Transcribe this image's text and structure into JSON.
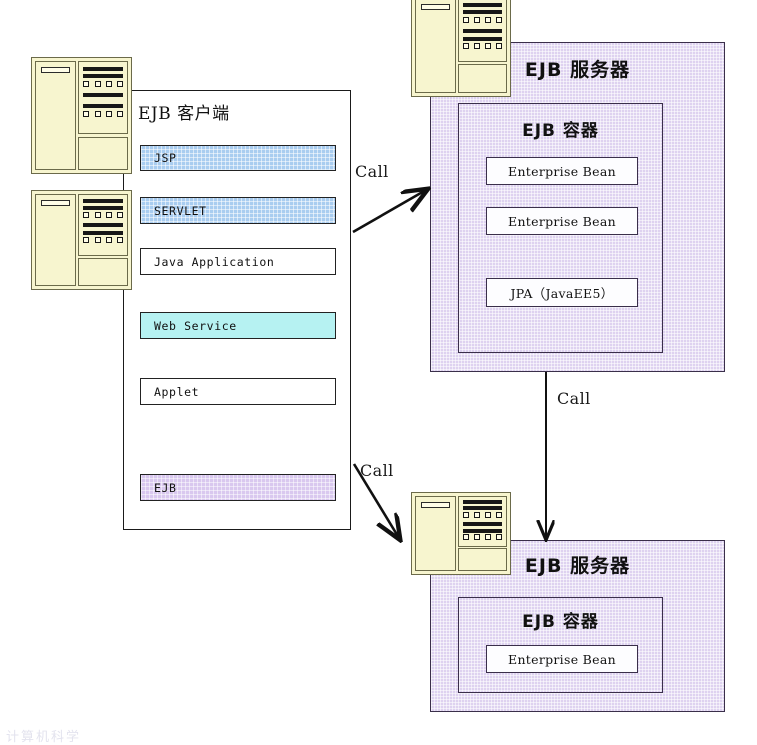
{
  "diagram": {
    "title": "EJB architecture diagram",
    "colors": {
      "server_fill": "#ded2f0",
      "client_fill": "#ffffff",
      "jsp_fill": "#a9cdf0",
      "servlet_fill": "#a9cdf0",
      "webservice_fill": "#b6f2f2",
      "ejb_fill": "#d9c8ef",
      "tower_fill": "#f7f5cf",
      "line": "#1a1a1a"
    }
  },
  "client": {
    "title": "EJB 客户端",
    "items": [
      {
        "label": "JSP",
        "style": "blue"
      },
      {
        "label": "SERVLET",
        "style": "blue"
      },
      {
        "label": "Java Application",
        "style": "white"
      },
      {
        "label": "Web Service",
        "style": "cyan"
      },
      {
        "label": "Applet",
        "style": "white"
      },
      {
        "label": "EJB",
        "style": "purple"
      }
    ]
  },
  "server_top": {
    "title": "EJB 服务器",
    "container": {
      "title": "EJB 容器",
      "beans": [
        {
          "label": "Enterprise Bean"
        },
        {
          "label": "Enterprise Bean"
        },
        {
          "label": "JPA（JavaEE5）"
        }
      ]
    }
  },
  "server_bottom": {
    "title": "EJB 服务器",
    "container": {
      "title": "EJB 容器",
      "beans": [
        {
          "label": "Enterprise Bean"
        }
      ]
    }
  },
  "arrows": [
    {
      "id": "client-to-top-server",
      "label": "Call"
    },
    {
      "id": "client-to-bottom-server",
      "label": "Call"
    },
    {
      "id": "top-server-to-bottom-server",
      "label": "Call"
    }
  ],
  "icons": {
    "tower_top_left": "server-tower-icon",
    "tower_mid_left": "server-tower-icon",
    "tower_top_right": "server-tower-icon",
    "tower_bottom_right": "server-tower-icon"
  },
  "watermark": {
    "text": "计算机科学"
  }
}
